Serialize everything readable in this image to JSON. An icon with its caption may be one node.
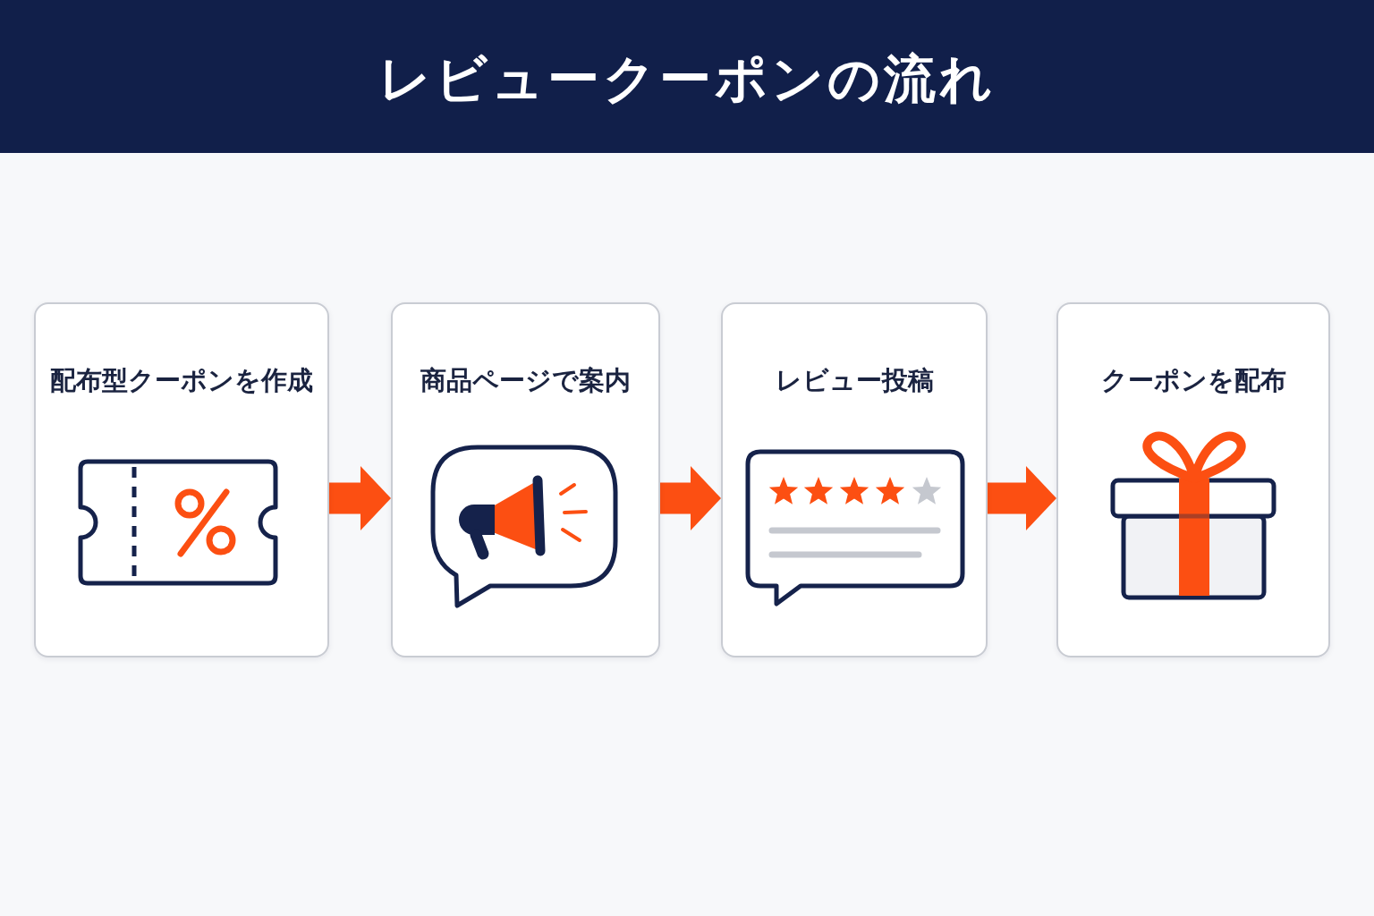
{
  "diagram": {
    "title": "レビュークーポンの流れ",
    "nodes": [
      {
        "text": [
          "配布型クーポンを作成"
        ]
      },
      {
        "text": [
          "商品ページで案内"
        ]
      },
      {
        "text": [
          "レビュー投稿"
        ]
      },
      {
        "text": [
          "クーポンを配布"
        ]
      }
    ],
    "edges": [
      {
        "from": 0,
        "to": 1,
        "arrow": "to"
      },
      {
        "from": 1,
        "to": 2,
        "arrow": "to"
      },
      {
        "from": 2,
        "to": 3,
        "arrow": "to"
      }
    ]
  }
}
